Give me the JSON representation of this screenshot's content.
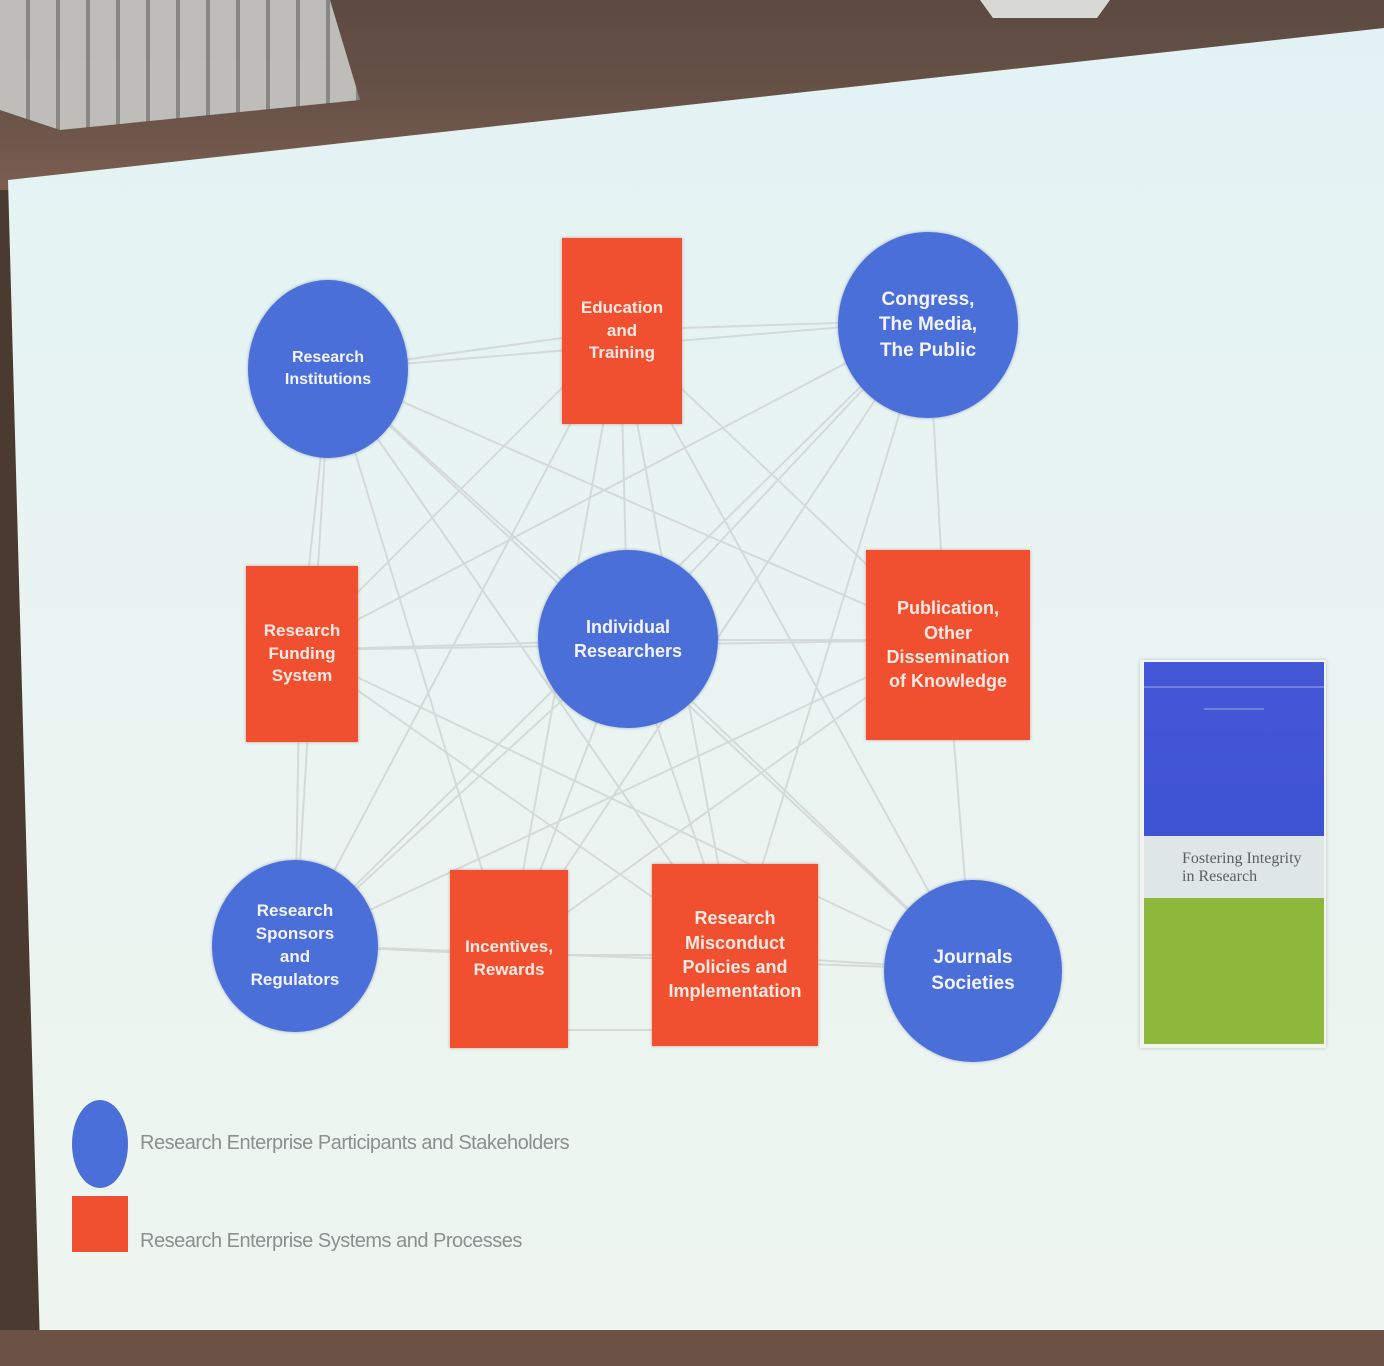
{
  "nodes": {
    "research_institutions": "Research\nInstitutions",
    "education_training": "Education\nand\nTraining",
    "congress_media_public": "Congress,\nThe Media,\nThe Public",
    "research_funding_system": "Research\nFunding\nSystem",
    "individual_researchers": "Individual\nResearchers",
    "publication_dissemination": "Publication,\nOther\nDissemination\nof Knowledge",
    "sponsors_regulators": "Research\nSponsors\nand\nRegulators",
    "incentives_rewards": "Incentives,\nRewards",
    "misconduct_policies": "Research\nMisconduct\nPolicies and\nImplementation",
    "journals_societies": "Journals\nSocieties"
  },
  "legend": {
    "participants": "Research Enterprise Participants and Stakeholders",
    "systems": "Research Enterprise Systems and Processes"
  },
  "book": {
    "title": "Fostering Integrity\nin Research"
  },
  "colors": {
    "participant_blue": "#4a6fd8",
    "system_red": "#f0502f",
    "book_blue": "#3b52d4",
    "book_green": "#8db83c"
  }
}
